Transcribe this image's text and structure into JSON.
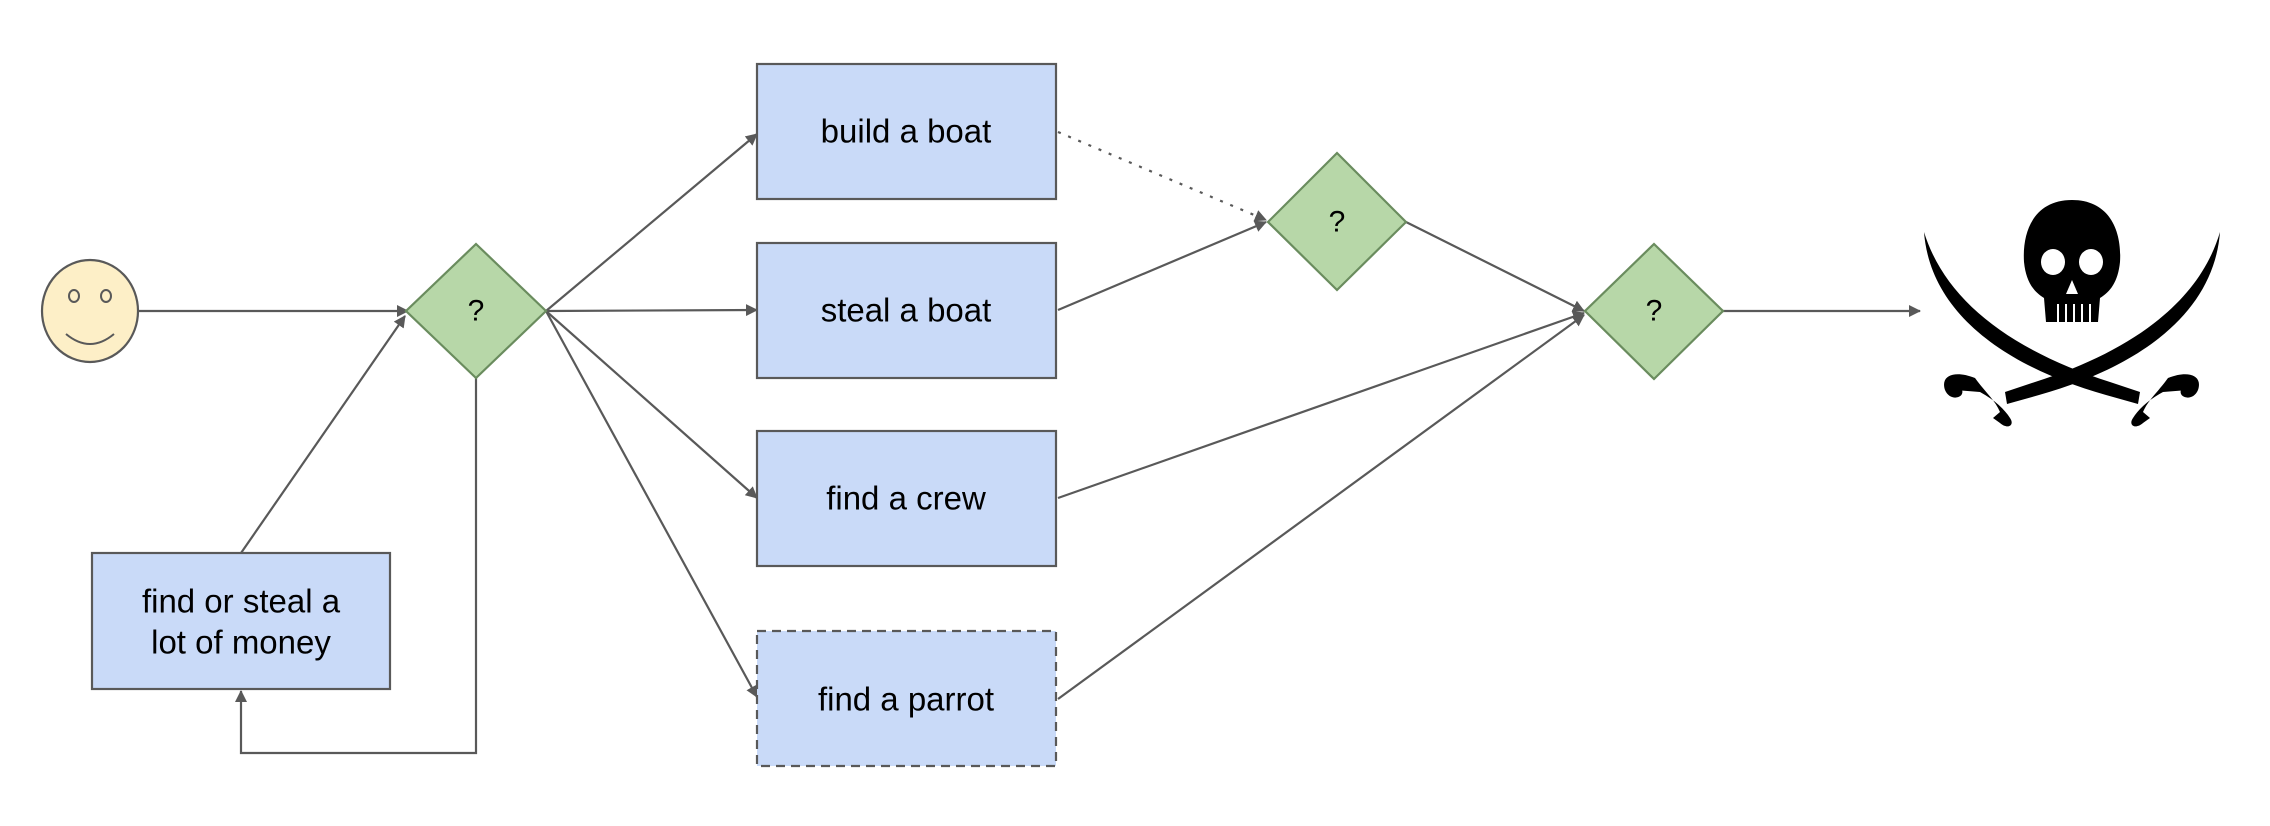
{
  "colors": {
    "box_fill": "#c9daf8",
    "box_stroke": "#595959",
    "decision_fill": "#b7d7a8",
    "decision_stroke": "#6a8c5e",
    "start_fill": "#fdefc7",
    "edge": "#595959",
    "pirate_flag": "#000000"
  },
  "nodes": {
    "build_boat": "build a boat",
    "steal_boat": "steal a boat",
    "find_crew": "find a crew",
    "find_parrot": "find a parrot",
    "money_line1": "find or steal a",
    "money_line2": "lot of money",
    "decision_1": "?",
    "decision_2": "?",
    "decision_3": "?"
  },
  "icons": {
    "start": "smiley-face-icon",
    "end": "skull-crossed-swords-icon"
  }
}
